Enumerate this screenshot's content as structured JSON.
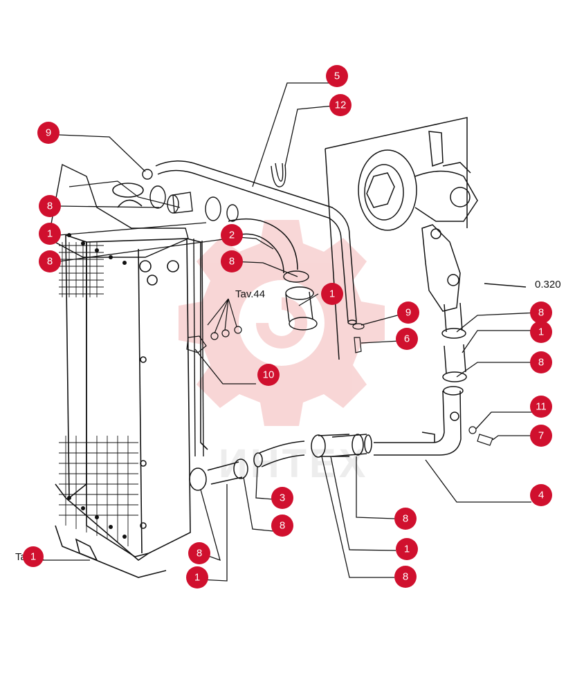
{
  "diagram": {
    "accent_color": "#d0102e",
    "line_color": "#111111",
    "watermark_color": "#f3b6b6",
    "watermark_text": "ИНТЕХ",
    "refs": {
      "tav44": "Tav.44",
      "tav11": "Tav.11",
      "code": "0.320"
    },
    "callouts": [
      {
        "id": "c5",
        "number": "5"
      },
      {
        "id": "c12",
        "number": "12"
      },
      {
        "id": "c9a",
        "number": "9"
      },
      {
        "id": "c8a",
        "number": "8"
      },
      {
        "id": "c1a",
        "number": "1"
      },
      {
        "id": "c8b",
        "number": "8"
      },
      {
        "id": "c2",
        "number": "2"
      },
      {
        "id": "c8c",
        "number": "8"
      },
      {
        "id": "c1b",
        "number": "1"
      },
      {
        "id": "c9b",
        "number": "9"
      },
      {
        "id": "c6",
        "number": "6"
      },
      {
        "id": "c10",
        "number": "10"
      },
      {
        "id": "c8d",
        "number": "8"
      },
      {
        "id": "c1c",
        "number": "1"
      },
      {
        "id": "c8e",
        "number": "8"
      },
      {
        "id": "c11",
        "number": "11"
      },
      {
        "id": "c7",
        "number": "7"
      },
      {
        "id": "c4",
        "number": "4"
      },
      {
        "id": "c3",
        "number": "3"
      },
      {
        "id": "c8f",
        "number": "8"
      },
      {
        "id": "c8g",
        "number": "8"
      },
      {
        "id": "c1d",
        "number": "1"
      },
      {
        "id": "c1e",
        "number": "1"
      },
      {
        "id": "c8h",
        "number": "8"
      },
      {
        "id": "c1f",
        "number": "1"
      }
    ]
  }
}
